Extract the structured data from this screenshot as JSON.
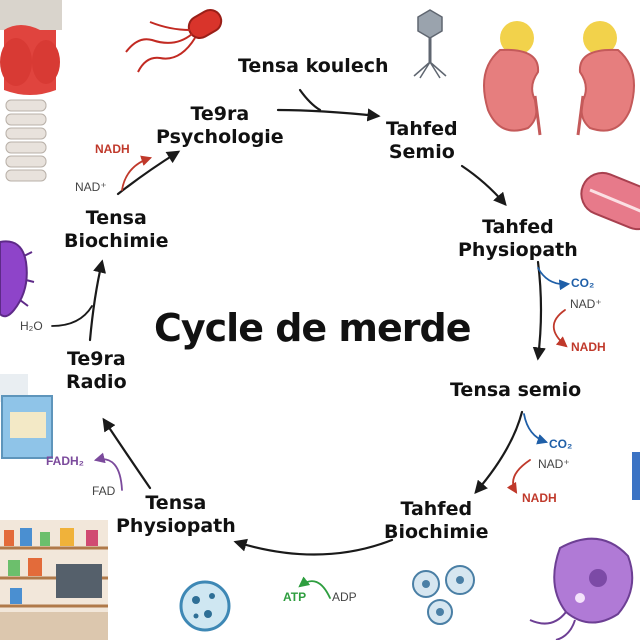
{
  "title": "Cycle de merde",
  "steps": [
    {
      "line1": "Tensa koulech",
      "line2": ""
    },
    {
      "line1": "Tahfed",
      "line2": "Semio"
    },
    {
      "line1": "Tahfed",
      "line2": "Physiopath"
    },
    {
      "line1": "Tensa semio",
      "line2": ""
    },
    {
      "line1": "Tahfed",
      "line2": "Biochimie"
    },
    {
      "line1": "Tensa",
      "line2": "Physiopath"
    },
    {
      "line1": "Te9ra",
      "line2": "Radio"
    },
    {
      "line1": "Tensa",
      "line2": "Biochimie"
    },
    {
      "line1": "Te9ra",
      "line2": "Psychologie"
    }
  ],
  "molecules": {
    "co2_a": "CO₂",
    "nad_a": "NAD⁺",
    "nadh_a": "NADH",
    "co2_b": "CO₂",
    "nad_b": "NAD⁺",
    "nadh_b": "NADH",
    "atp": "ATP",
    "adp": "ADP",
    "fad": "FAD",
    "fadh2": "FADH₂",
    "h2o": "H₂O",
    "nad_c": "NAD⁺",
    "nadh_c": "NADH"
  },
  "colors": {
    "arrow": "#1a1a1a",
    "co2": "#1f5fa8",
    "nadh": "#c0392b",
    "atp": "#2e9e3f",
    "fadh2": "#7b4a9c"
  },
  "illustrations": [
    "thyroid-icon",
    "bacterium-icon",
    "virus-icon",
    "kidneys-icon",
    "bacillus-icon",
    "purple-cell-icon",
    "pill-bottle-icon",
    "pharmacy-icon",
    "microbe-cell-icon",
    "blood-cells-icon",
    "protozoa-icon",
    "blue-vial-icon"
  ]
}
